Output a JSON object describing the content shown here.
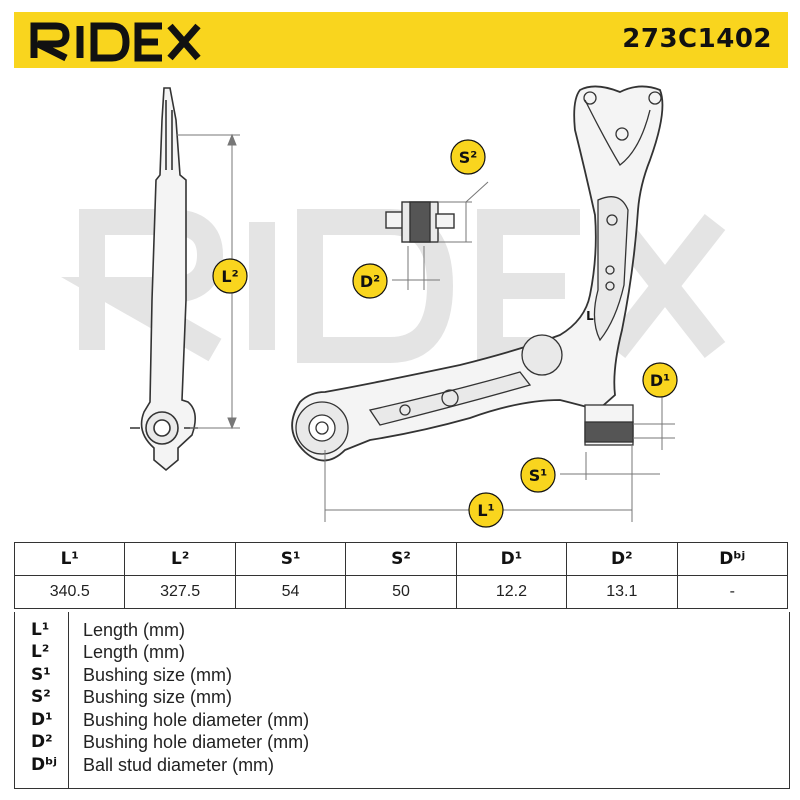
{
  "header": {
    "brand": "RIDEX",
    "part_number": "273C1402",
    "accent_color": "#f9d51e"
  },
  "drawing": {
    "watermark": "RIDEX",
    "labels": {
      "L1": "L¹",
      "L2": "L²",
      "S1": "S¹",
      "S2": "S²",
      "D1": "D¹",
      "D2": "D²",
      "L": "L"
    }
  },
  "specs": {
    "headers": [
      "L¹",
      "L²",
      "S¹",
      "S²",
      "D¹",
      "D²",
      "Dᵇʲ"
    ],
    "values": [
      "340.5",
      "327.5",
      "54",
      "50",
      "12.2",
      "13.1",
      "-"
    ]
  },
  "legend": [
    {
      "symbol": "L¹",
      "description": "Length (mm)"
    },
    {
      "symbol": "L²",
      "description": "Length (mm)"
    },
    {
      "symbol": "S¹",
      "description": "Bushing size (mm)"
    },
    {
      "symbol": "S²",
      "description": "Bushing size (mm)"
    },
    {
      "symbol": "D¹",
      "description": "Bushing hole diameter (mm)"
    },
    {
      "symbol": "D²",
      "description": "Bushing hole diameter (mm)"
    },
    {
      "symbol": "Dᵇʲ",
      "description": "Ball stud diameter (mm)"
    }
  ]
}
